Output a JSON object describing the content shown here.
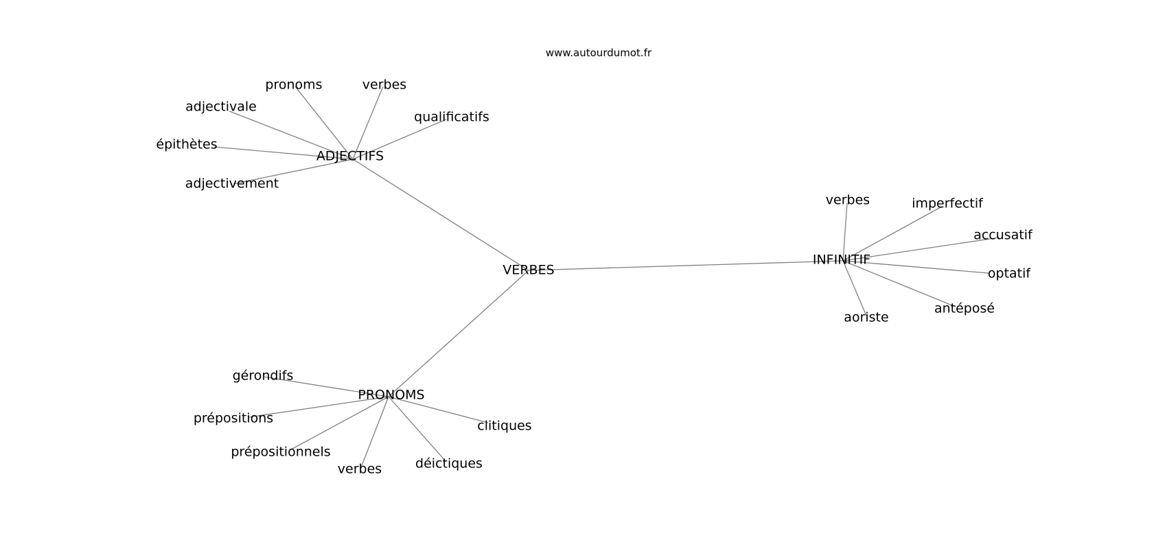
{
  "source": "www.autourdumot.fr",
  "colors": {
    "edge": "#808080",
    "text": "#000000",
    "background": "#ffffff"
  },
  "graph": {
    "center": "VERBES",
    "hubs": [
      {
        "label": "ADJECTIFS",
        "leaves": [
          "pronoms",
          "verbes",
          "adjectivale",
          "qualificatifs",
          "épithètes",
          "adjectivement"
        ]
      },
      {
        "label": "INFINITIF",
        "leaves": [
          "verbes",
          "imperfectif",
          "accusatif",
          "optatif",
          "antéposé",
          "aoriste"
        ]
      },
      {
        "label": "PRONOMS",
        "leaves": [
          "gérondifs",
          "prépositions",
          "prépositionnels",
          "verbes",
          "déictiques",
          "clitiques"
        ]
      }
    ]
  }
}
